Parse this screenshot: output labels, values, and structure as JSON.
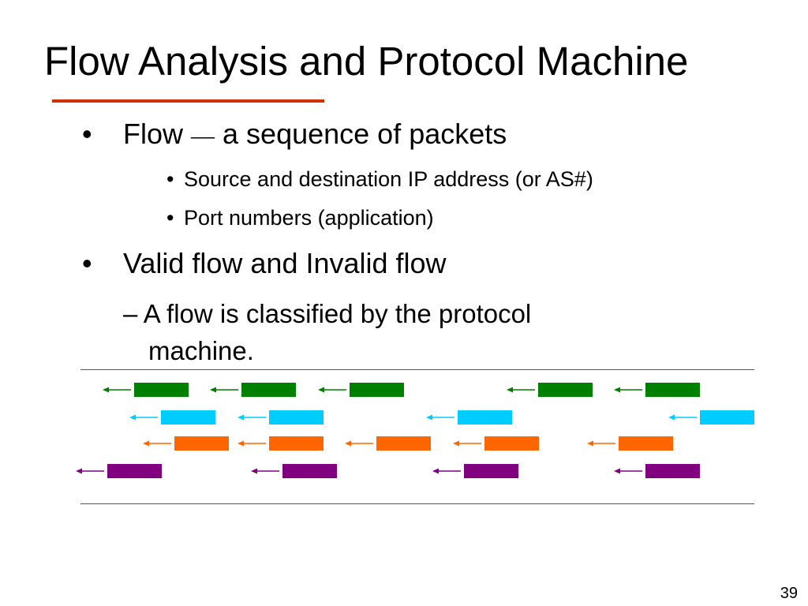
{
  "slide": {
    "title": "Flow Analysis and Protocol Machine",
    "bullets": [
      {
        "text_before": "Flow ",
        "dash": "—",
        "text_after": " a sequence of packets",
        "sub_bullets": [
          "Source and destination IP address (or AS#)",
          "Port numbers (application)"
        ]
      },
      {
        "text": "Valid flow and Invalid flow",
        "dash_items": [
          "– A flow is classified by the protocol",
          "machine."
        ]
      }
    ],
    "bullet_glyph": "•",
    "page_number": "39"
  },
  "flow_diagram": {
    "rows": [
      {
        "color": "#008000",
        "packets": 5
      },
      {
        "color": "#00ccff",
        "packets": 4
      },
      {
        "color": "#ff6600",
        "packets": 5
      },
      {
        "color": "#800080",
        "packets": 4
      }
    ],
    "arrow_direction": "left"
  },
  "colors": {
    "title_underline": "#cc3300",
    "rule": "#555555"
  }
}
